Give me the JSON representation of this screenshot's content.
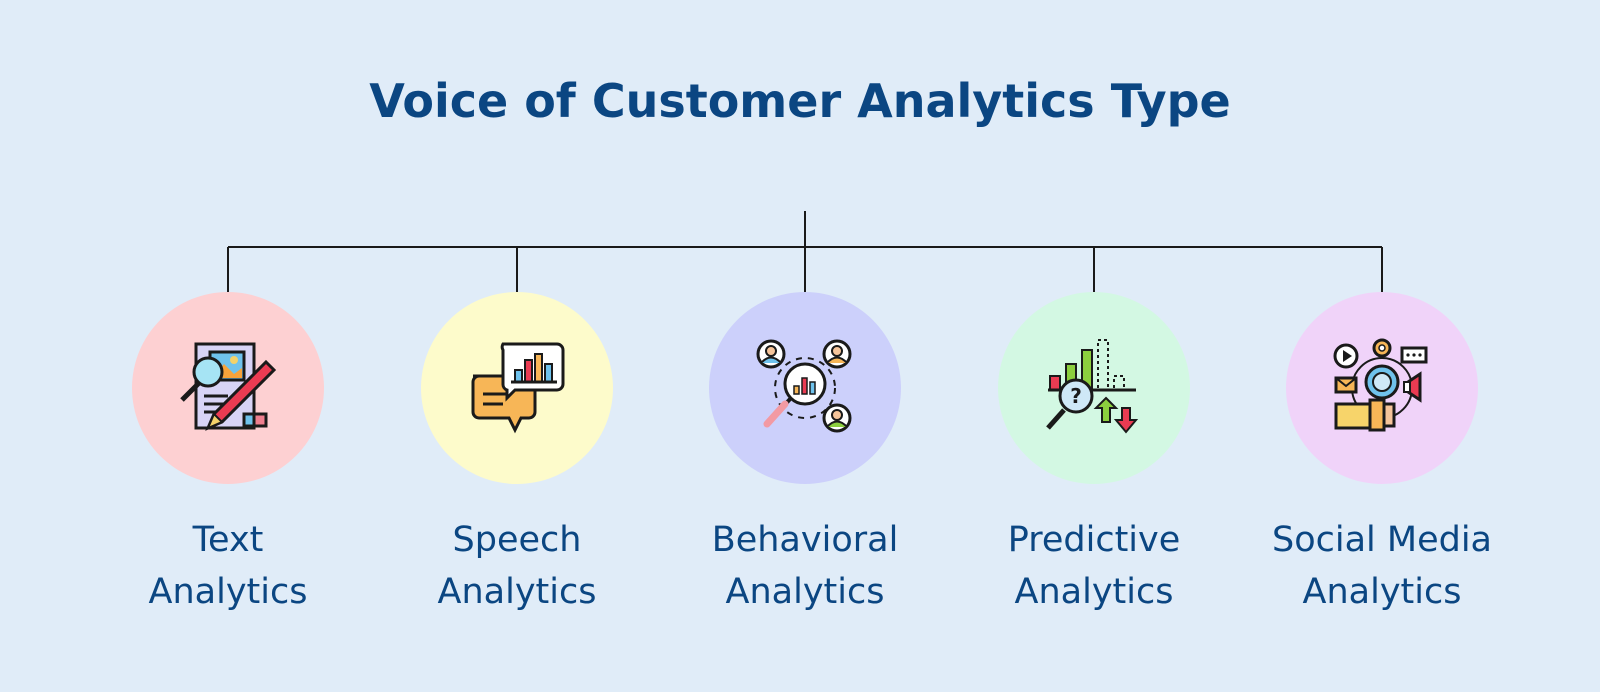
{
  "title": "Voice of Customer Analytics Type",
  "colors": {
    "background": "#e0ecf8",
    "text": "#0b4682",
    "connector": "#1a1a1a"
  },
  "types": [
    {
      "line1": "Text",
      "line2": "Analytics",
      "circle_color": "#fdd0d2",
      "icon": "document-pencil-icon"
    },
    {
      "line1": "Speech",
      "line2": "Analytics",
      "circle_color": "#fdfbcb",
      "icon": "chat-bubbles-icon"
    },
    {
      "line1": "Behavioral",
      "line2": "Analytics",
      "circle_color": "#ccd0fb",
      "icon": "people-magnifier-icon"
    },
    {
      "line1": "Predictive",
      "line2": "Analytics",
      "circle_color": "#d3f8e3",
      "icon": "chart-question-icon"
    },
    {
      "line1": "Social Media",
      "line2": "Analytics",
      "circle_color": "#f0d3f9",
      "icon": "social-network-icon"
    }
  ]
}
